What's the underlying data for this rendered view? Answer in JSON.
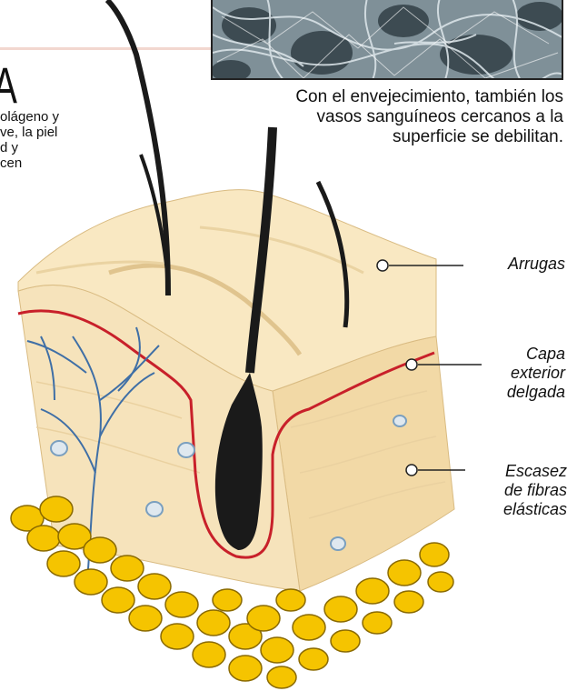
{
  "heading": {
    "letter": "A"
  },
  "intro_lines": [
    "olágeno y",
    "ve, la piel",
    "d y",
    "cen"
  ],
  "caption_lines": [
    "Con el envejecimiento, también los",
    "vasos sanguíneos cercanos a la",
    "superficie se debilitan."
  ],
  "labels": {
    "wrinkles": [
      "Arrugas"
    ],
    "outer_layer": [
      "Capa",
      "exterior",
      "delgada"
    ],
    "elastic_fibers": [
      "Escasez",
      "de fibras",
      "elásticas"
    ]
  },
  "colors": {
    "skin_top": "#f6e2b8",
    "skin_side": "#f0d29a",
    "outer_line": "#c8202a",
    "vessels": "#3f6fa6",
    "fat": "#f5c400",
    "hair": "#1a1a1a"
  }
}
